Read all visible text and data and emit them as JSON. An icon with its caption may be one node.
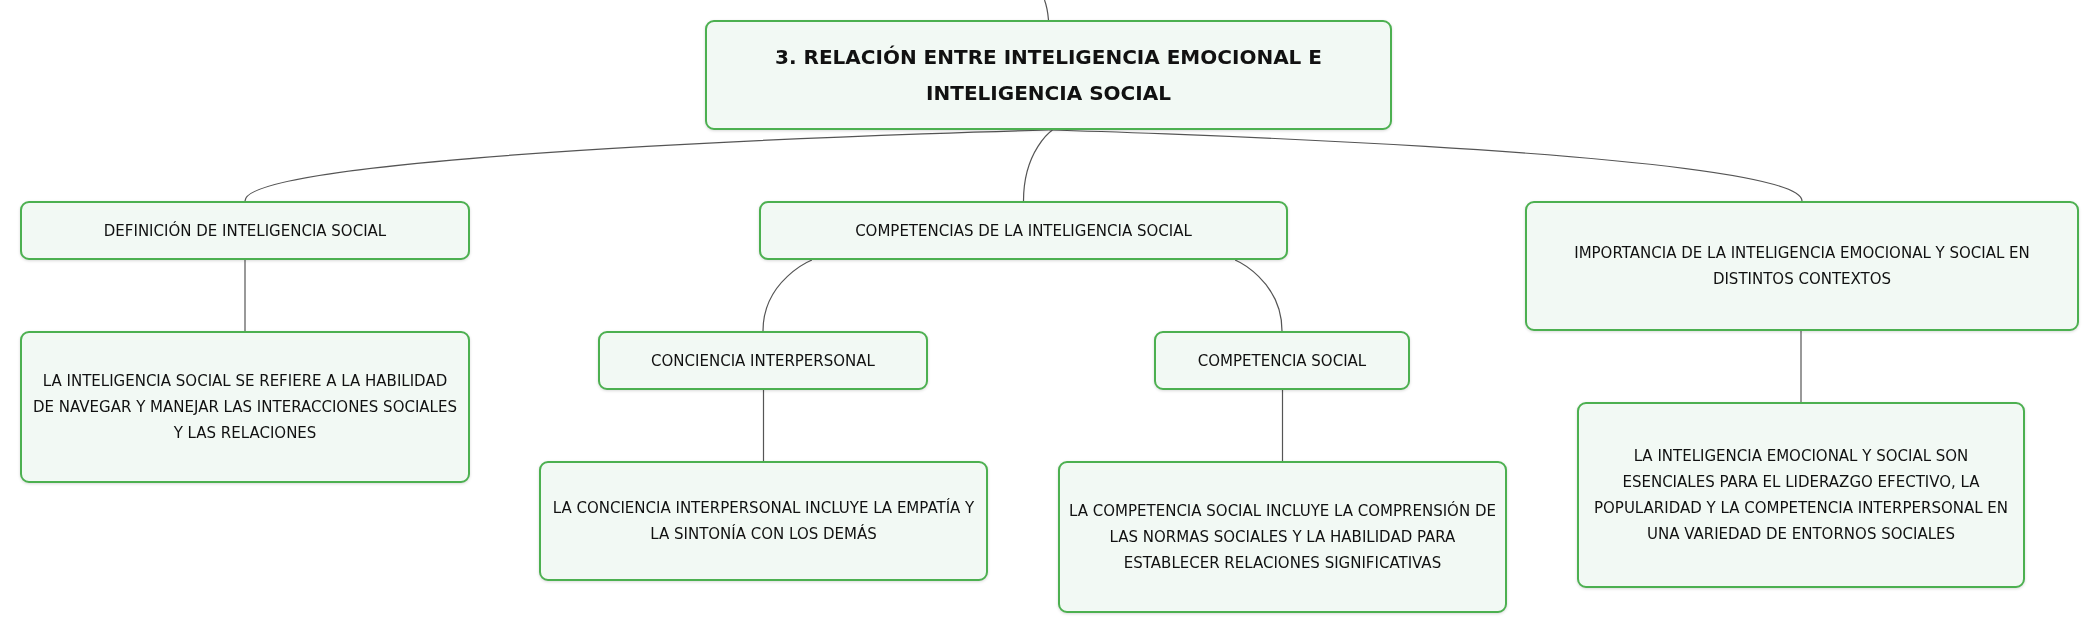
{
  "diagram": {
    "nodes": [
      {
        "text": [
          "3. RELACIÓN ENTRE INTELIGENCIA EMOCIONAL E INTELIGENCIA SOCIAL"
        ]
      },
      {
        "text": [
          "DEFINICIÓN DE INTELIGENCIA SOCIAL"
        ]
      },
      {
        "text": [
          "COMPETENCIAS DE LA INTELIGENCIA SOCIAL"
        ]
      },
      {
        "text": [
          "IMPORTANCIA DE LA INTELIGENCIA EMOCIONAL Y SOCIAL EN DISTINTOS CONTEXTOS"
        ]
      },
      {
        "text": [
          "LA INTELIGENCIA SOCIAL SE REFIERE A LA HABILIDAD DE NAVEGAR Y MANEJAR LAS INTERACCIONES SOCIALES Y LAS RELACIONES"
        ]
      },
      {
        "text": [
          "CONCIENCIA INTERPERSONAL"
        ]
      },
      {
        "text": [
          "COMPETENCIA SOCIAL"
        ]
      },
      {
        "text": [
          "LA CONCIENCIA INTERPERSONAL INCLUYE LA EMPATÍA Y LA SINTONÍA CON LOS DEMÁS"
        ]
      },
      {
        "text": [
          "LA COMPETENCIA SOCIAL INCLUYE LA COMPRENSIÓN DE LAS NORMAS SOCIALES Y LA HABILIDAD PARA ESTABLECER RELACIONES SIGNIFICATIVAS"
        ]
      },
      {
        "text": [
          "LA INTELIGENCIA EMOCIONAL Y SOCIAL SON ESENCIALES PARA EL LIDERAZGO EFECTIVO, LA POPULARIDAD Y LA COMPETENCIA INTERPERSONAL EN UNA VARIEDAD DE ENTORNOS SOCIALES"
        ]
      }
    ],
    "edges": [
      {
        "from": null,
        "to": 0,
        "arrow": "none"
      },
      {
        "from": 0,
        "to": 1,
        "arrow": "none"
      },
      {
        "from": 0,
        "to": 2,
        "arrow": "none"
      },
      {
        "from": 0,
        "to": 3,
        "arrow": "none"
      },
      {
        "from": 1,
        "to": 4,
        "arrow": "none"
      },
      {
        "from": 2,
        "to": 5,
        "arrow": "none"
      },
      {
        "from": 2,
        "to": 6,
        "arrow": "none"
      },
      {
        "from": 5,
        "to": 7,
        "arrow": "none"
      },
      {
        "from": 6,
        "to": 8,
        "arrow": "none"
      },
      {
        "from": 3,
        "to": 9,
        "arrow": "none"
      }
    ]
  }
}
